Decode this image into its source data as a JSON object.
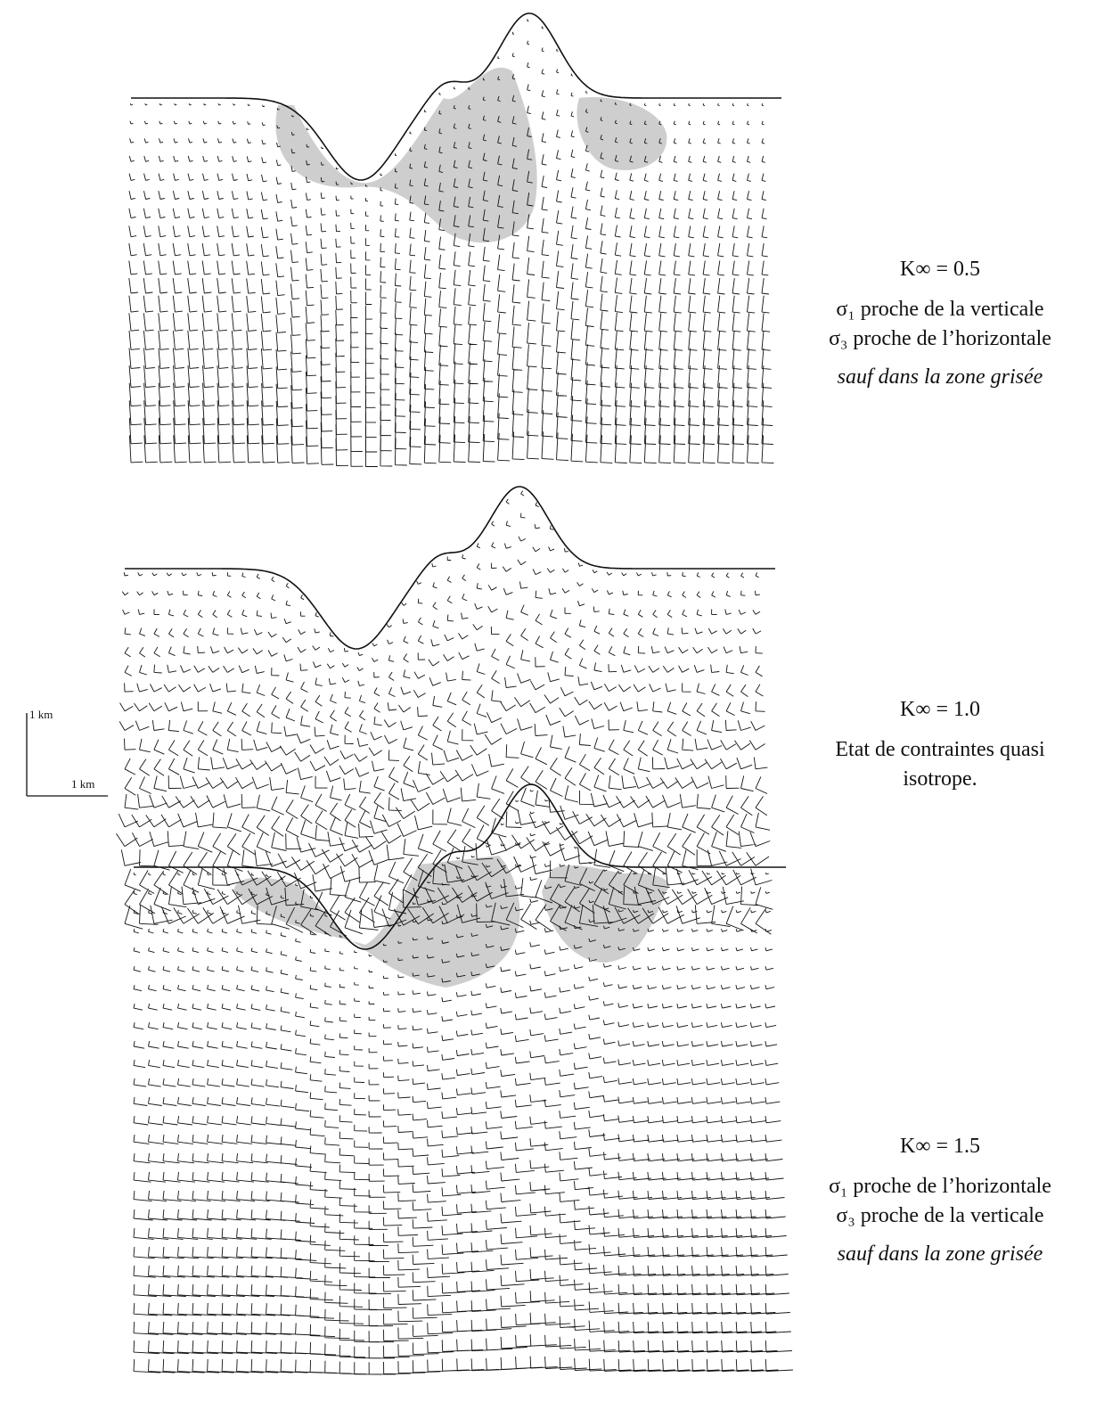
{
  "panels": [
    {
      "k_symbol": "K∞",
      "k_value": "= 0.5",
      "lines": [
        "σ₁ proche de la verticale",
        "σ₃ proche de l’horizontale"
      ],
      "note": "sauf dans la zone grisée"
    },
    {
      "k_symbol": "K∞",
      "k_value": "= 1.0",
      "lines": [
        "Etat de contraintes quasi",
        "isotrope."
      ],
      "note": ""
    },
    {
      "k_symbol": "K∞",
      "k_value": "= 1.5",
      "lines": [
        "σ₁ proche de l’horizontale",
        "σ₃ proche de la verticale"
      ],
      "note": "sauf dans la zone grisée"
    }
  ],
  "scale_bar": {
    "vertical_label": "1 km",
    "horizontal_label": "1 km"
  },
  "colors": {
    "ink": "#111111",
    "shaded_zone": "#bdbdbd"
  }
}
